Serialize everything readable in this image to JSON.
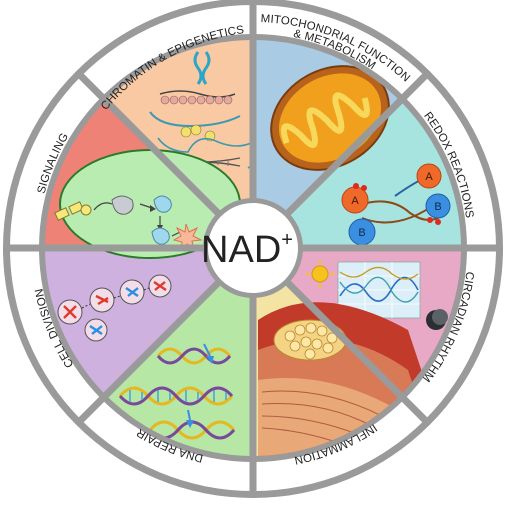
{
  "center": {
    "label": "NAD",
    "superscript": "+"
  },
  "colors": {
    "ring": "#9a9a9a",
    "divider": "#9a9a9a",
    "label_band": "#ffffff",
    "chromatin": "#f9c9a3",
    "mitochondria": "#a9cbe3",
    "redox": "#a8e4df",
    "circadian": "#e7a9c6",
    "inflammation": "#f4e4a3",
    "dna_repair": "#b6e7a5",
    "cell_division": "#cfb1df",
    "signaling": "#ef8276"
  },
  "segments": [
    {
      "name": "chromatin",
      "label": "CHROMATIN & EPIGENETICS",
      "icon": "chromatin-icon"
    },
    {
      "name": "mitochondria",
      "label_line1": "MITOCHONDRIAL FUNCTION",
      "label_line2": "& METABOLISM",
      "icon": "mitochondrion-icon"
    },
    {
      "name": "redox",
      "label": "REDOX REACTIONS",
      "icon": "redox-molecules-icon",
      "molecule_a": "A",
      "molecule_b": "B"
    },
    {
      "name": "circadian",
      "label": "CIRCADIAN RHYTHM",
      "icon": "sun-moon-wave-icon"
    },
    {
      "name": "inflammation",
      "label": "INFLAMMATION",
      "icon": "inflamed-tissue-icon"
    },
    {
      "name": "dna_repair",
      "label": "DNA REPAIR",
      "icon": "dna-helix-icon"
    },
    {
      "name": "cell_division",
      "label": "CELL DIVISION",
      "icon": "dividing-cells-icon"
    },
    {
      "name": "signaling",
      "label": "SIGNALING",
      "icon": "cell-signaling-icon"
    }
  ]
}
